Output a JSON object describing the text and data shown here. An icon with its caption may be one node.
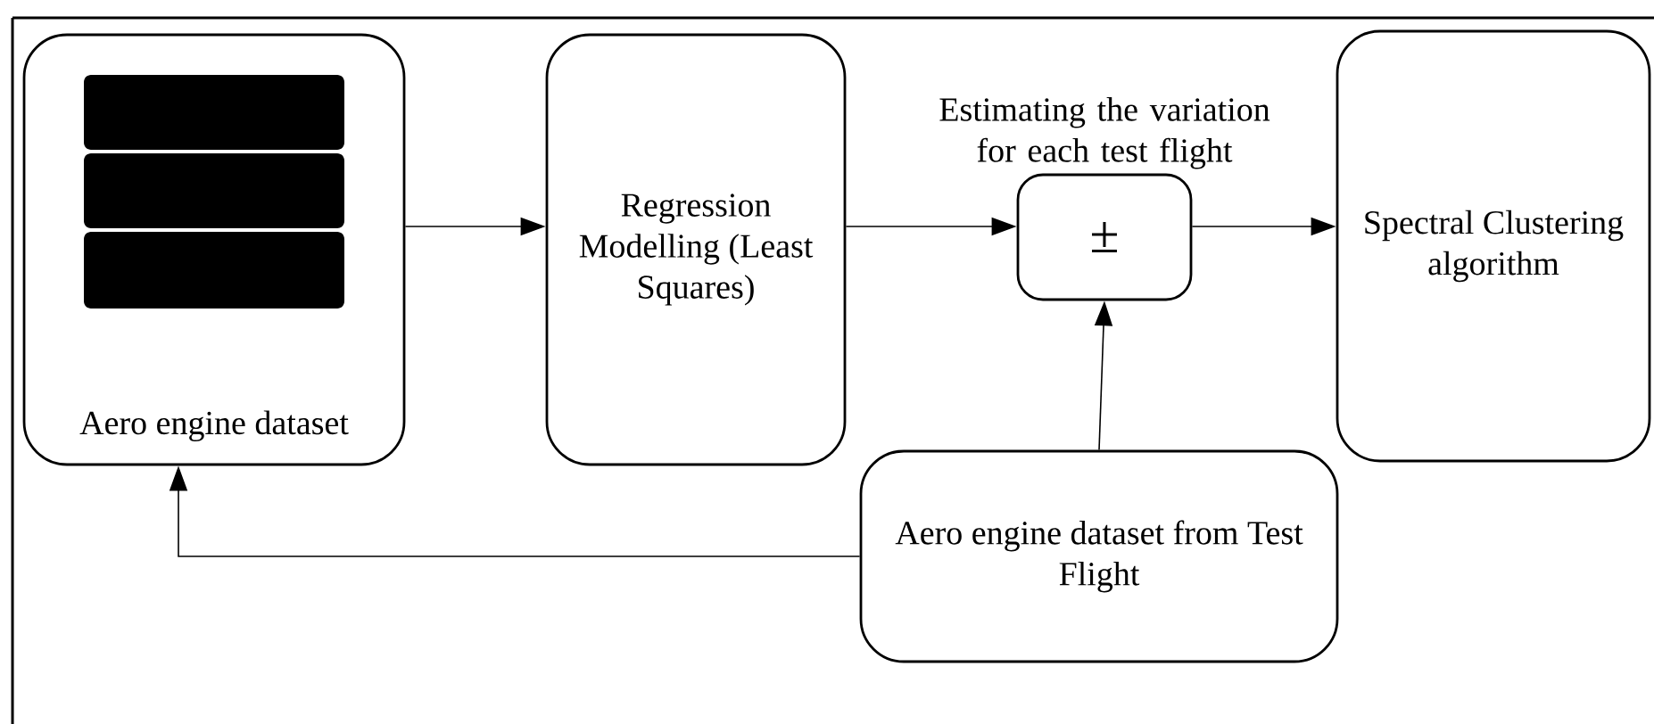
{
  "diagram": {
    "nodes": [
      {
        "text": [
          "Aero engine dataset"
        ]
      },
      {
        "text": [
          "Regression Modelling (Least Squares)"
        ]
      },
      {
        "text": [
          "Estimating the variation for each test flight",
          "±"
        ]
      },
      {
        "text": [
          "Spectral Clustering algorithm"
        ]
      },
      {
        "text": [
          "Aero engine dataset from Test Flight"
        ]
      }
    ],
    "edges": [
      {
        "from": 0,
        "to": 1,
        "arrow": "to"
      },
      {
        "from": 1,
        "to": 2,
        "arrow": "to"
      },
      {
        "from": 2,
        "to": 3,
        "arrow": "to"
      },
      {
        "from": 4,
        "to": 2,
        "arrow": "to"
      },
      {
        "from": 4,
        "to": 0,
        "arrow": "to"
      }
    ]
  }
}
